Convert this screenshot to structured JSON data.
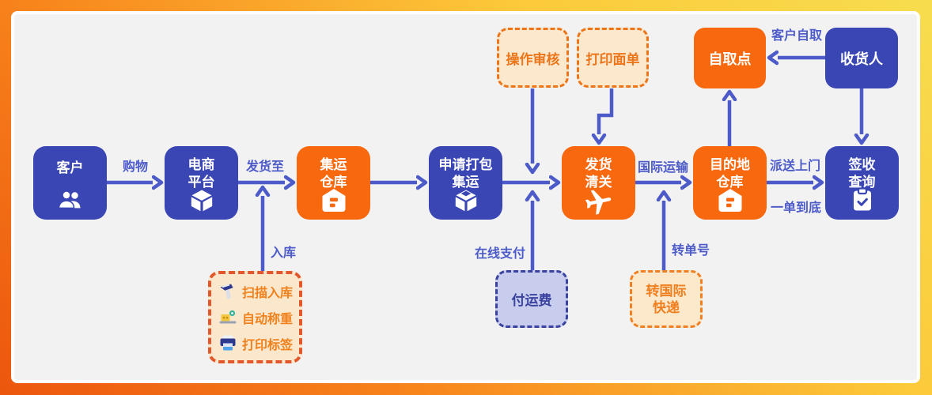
{
  "diagram": {
    "nodes": {
      "customer": {
        "line1": "客户"
      },
      "platform": {
        "line1": "电商",
        "line2": "平台"
      },
      "warehouse": {
        "line1": "集运",
        "line2": "仓库"
      },
      "apply": {
        "line1": "申请打包",
        "line2": "集运"
      },
      "customs": {
        "line1": "发货",
        "line2": "清关"
      },
      "dest": {
        "line1": "目的地",
        "line2": "仓库"
      },
      "sign": {
        "line1": "签收",
        "line2": "查询"
      },
      "review": {
        "label": "操作审核"
      },
      "waybill": {
        "label": "打印面单"
      },
      "pickup": {
        "label": "自取点"
      },
      "consignee": {
        "label": "收货人"
      },
      "payfee": {
        "label": "付运费"
      },
      "express": {
        "line1": "转国际",
        "line2": "快递"
      },
      "tools": {
        "items": [
          {
            "label": "扫描入库",
            "icon": "barcode-scanner-icon"
          },
          {
            "label": "自动称重",
            "icon": "scale-icon"
          },
          {
            "label": "打印标签",
            "icon": "printer-icon"
          }
        ]
      }
    },
    "edge_labels": {
      "shop": "购物",
      "ship_to": "发货至",
      "inbound": "入库",
      "online_pay": "在线支付",
      "intl_transport": "国际运输",
      "transfer_no": "转单号",
      "home_delivery": "派送上门",
      "one_order": "一单到底",
      "self_pickup": "客户自取"
    },
    "icons": {
      "customer": "users-icon",
      "platform": "cube-icon",
      "warehouse": "warehouse-icon",
      "apply": "package-icon",
      "customs": "plane-takeoff-icon",
      "dest": "warehouse-icon",
      "sign": "clipboard-check-icon"
    }
  },
  "colors": {
    "frame_gradient": [
      "#ec560e",
      "#f8851c",
      "#fcc93a",
      "#f7dd4e"
    ],
    "panel_bg": "#f2f2f3",
    "blue_node": "#3a46b4",
    "orange_node": "#f8690f",
    "arrow": "#4d5bc9",
    "dashed_orange_fill": "#fbe8cd",
    "dashed_orange_border": "#ee7418",
    "tools_border": "#e2582c",
    "tools_text": "#f0811d",
    "payfee_fill": "#c8cdee",
    "payfee_border": "#39429f"
  }
}
